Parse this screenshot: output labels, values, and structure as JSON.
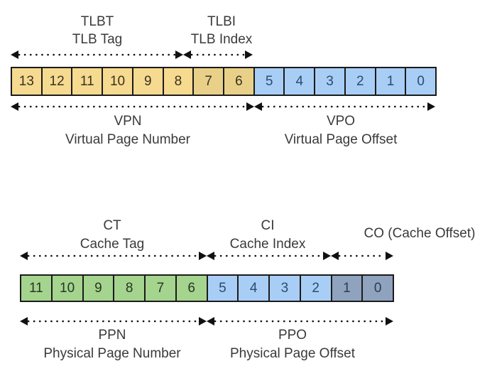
{
  "virtual": {
    "bits": [
      {
        "label": "13",
        "field": "tlbt"
      },
      {
        "label": "12",
        "field": "tlbt"
      },
      {
        "label": "11",
        "field": "tlbt"
      },
      {
        "label": "10",
        "field": "tlbt"
      },
      {
        "label": "9",
        "field": "tlbt"
      },
      {
        "label": "8",
        "field": "tlbt"
      },
      {
        "label": "7",
        "field": "tlbi"
      },
      {
        "label": "6",
        "field": "tlbi"
      },
      {
        "label": "5",
        "field": "vpo"
      },
      {
        "label": "4",
        "field": "vpo"
      },
      {
        "label": "3",
        "field": "vpo"
      },
      {
        "label": "2",
        "field": "vpo"
      },
      {
        "label": "1",
        "field": "vpo"
      },
      {
        "label": "0",
        "field": "vpo"
      }
    ],
    "tlbt": {
      "abbr": "TLBT",
      "name": "TLB Tag"
    },
    "tlbi": {
      "abbr": "TLBI",
      "name": "TLB Index"
    },
    "vpn": {
      "abbr": "VPN",
      "name": "Virtual Page Number"
    },
    "vpo": {
      "abbr": "VPO",
      "name": "Virtual Page Offset"
    }
  },
  "physical": {
    "bits": [
      {
        "label": "11",
        "field": "ct"
      },
      {
        "label": "10",
        "field": "ct"
      },
      {
        "label": "9",
        "field": "ct"
      },
      {
        "label": "8",
        "field": "ct"
      },
      {
        "label": "7",
        "field": "ct"
      },
      {
        "label": "6",
        "field": "ct"
      },
      {
        "label": "5",
        "field": "ci"
      },
      {
        "label": "4",
        "field": "ci"
      },
      {
        "label": "3",
        "field": "ci"
      },
      {
        "label": "2",
        "field": "ci"
      },
      {
        "label": "1",
        "field": "co"
      },
      {
        "label": "0",
        "field": "co"
      }
    ],
    "ct": {
      "abbr": "CT",
      "name": "Cache Tag"
    },
    "ci": {
      "abbr": "CI",
      "name": "Cache Index"
    },
    "co": {
      "full": "CO (Cache Offset)"
    },
    "ppn": {
      "abbr": "PPN",
      "name": "Physical Page Number"
    },
    "ppo": {
      "abbr": "PPO",
      "name": "Physical Page Offset"
    }
  },
  "colors": {
    "tlbt": "#f6da90",
    "tlbi": "#e9d088",
    "vpo": "#a9cef5",
    "ct": "#a5d48f",
    "ci": "#a9cef5",
    "co": "#8fa3bf",
    "text_yellow": "#3a3220",
    "text_blue": "#2c4a70",
    "text_green": "#24381f",
    "text_slate": "#2b3a52"
  }
}
